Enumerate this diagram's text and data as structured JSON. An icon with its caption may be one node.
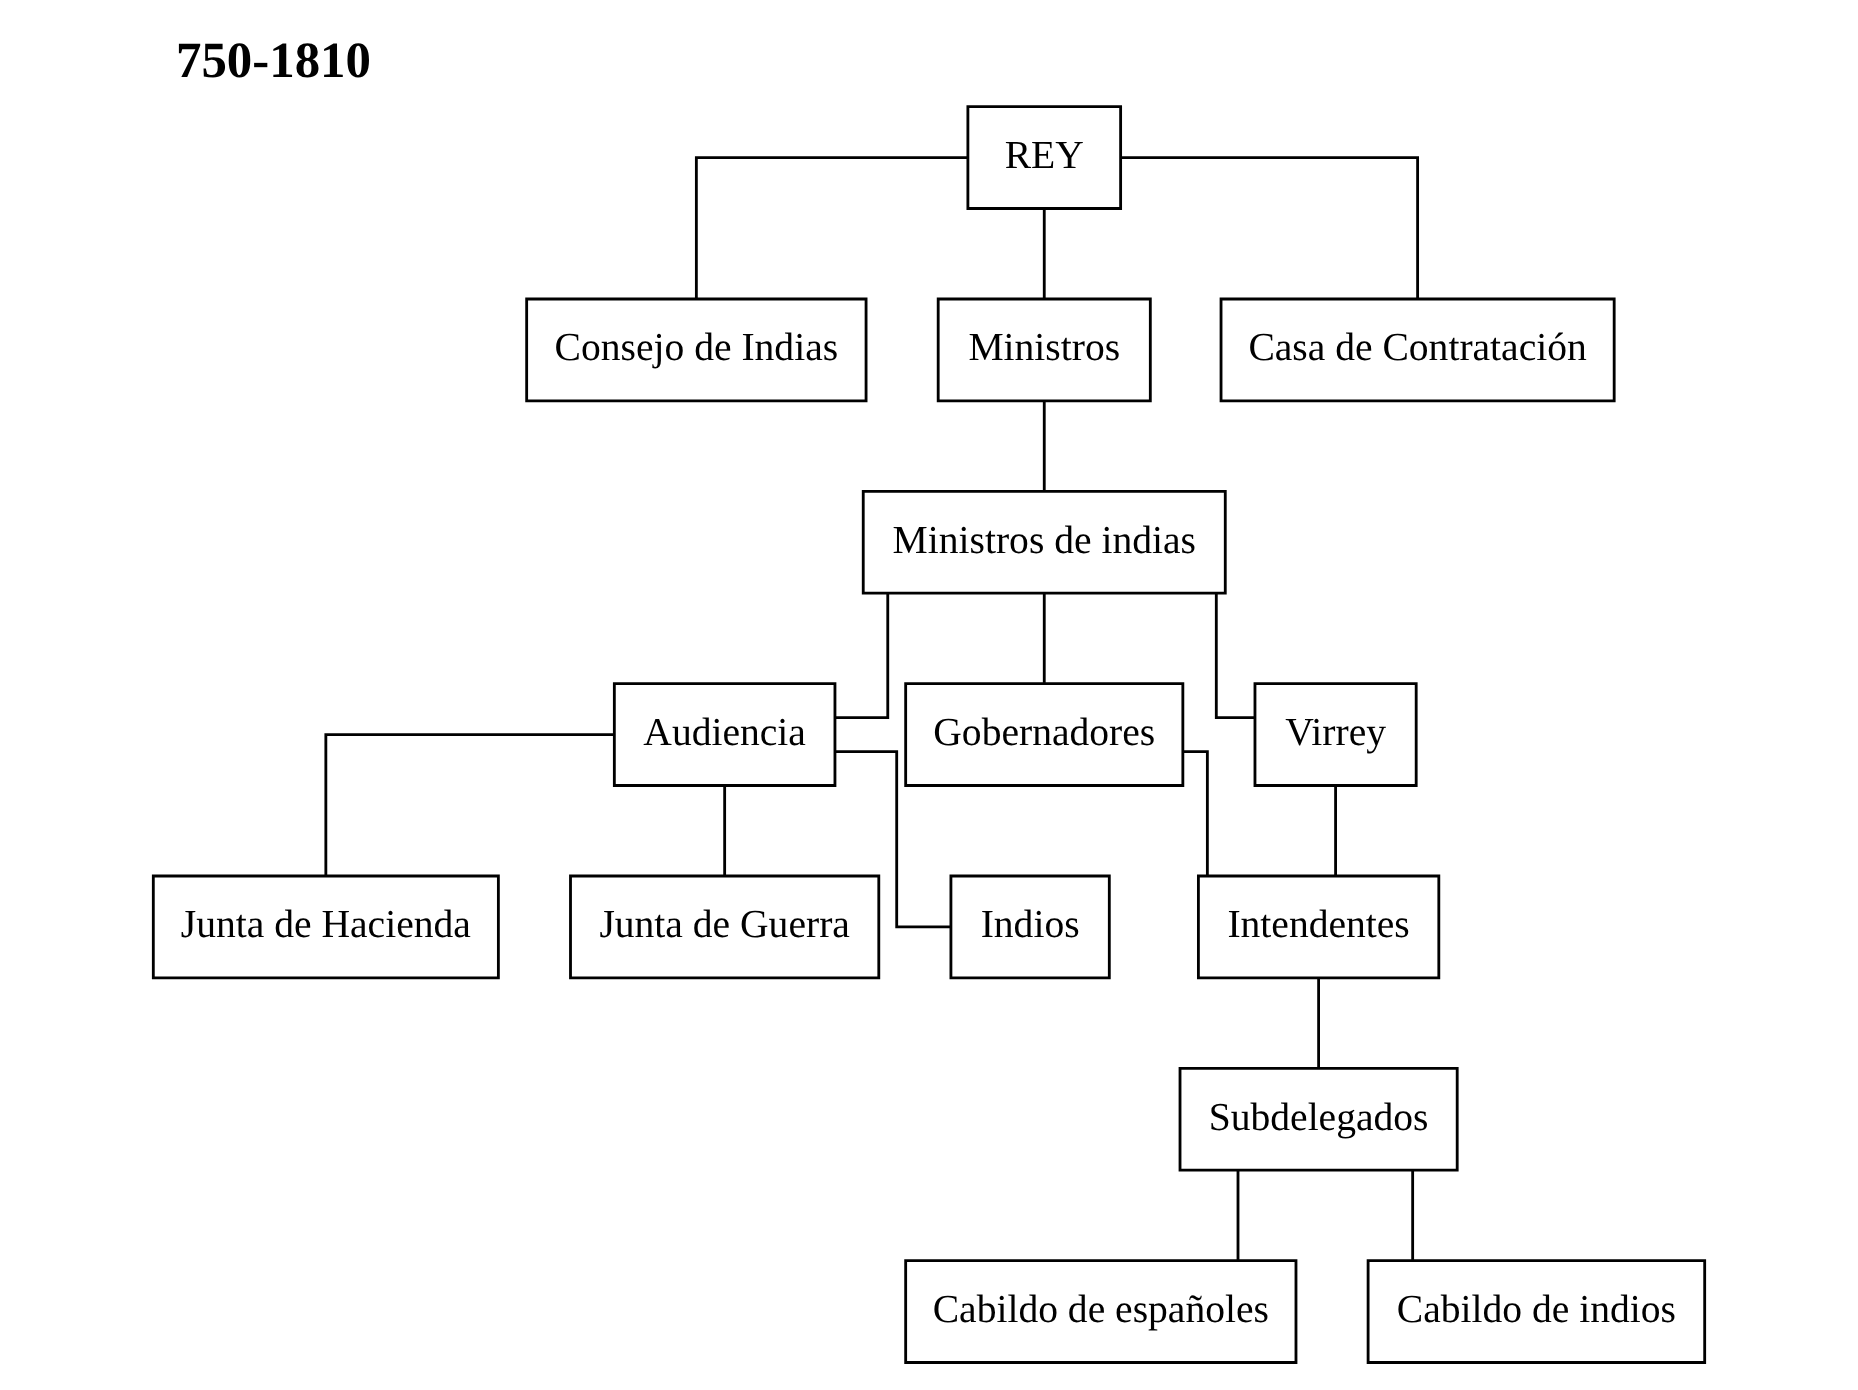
{
  "diagram": {
    "title": "750-1810",
    "nodes": [
      {
        "text": [
          "REY"
        ]
      },
      {
        "text": [
          "Consejo de Indias"
        ]
      },
      {
        "text": [
          "Ministros"
        ]
      },
      {
        "text": [
          "Casa de Contratación"
        ]
      },
      {
        "text": [
          "Ministros de indias"
        ]
      },
      {
        "text": [
          "Audiencia"
        ]
      },
      {
        "text": [
          "Gobernadores"
        ]
      },
      {
        "text": [
          "Virrey"
        ]
      },
      {
        "text": [
          "Junta de Hacienda"
        ]
      },
      {
        "text": [
          "Junta de Guerra"
        ]
      },
      {
        "text": [
          "Indios"
        ]
      },
      {
        "text": [
          "Intendentes"
        ]
      },
      {
        "text": [
          "Subdelegados"
        ]
      },
      {
        "text": [
          "Cabildo de españoles"
        ]
      },
      {
        "text": [
          "Cabildo de indios"
        ]
      }
    ],
    "edges": [
      {
        "from": 0,
        "to": 1,
        "arrow": "none"
      },
      {
        "from": 0,
        "to": 2,
        "arrow": "none"
      },
      {
        "from": 0,
        "to": 3,
        "arrow": "none"
      },
      {
        "from": 2,
        "to": 4,
        "arrow": "none"
      },
      {
        "from": 4,
        "to": 5,
        "arrow": "none"
      },
      {
        "from": 4,
        "to": 6,
        "arrow": "none"
      },
      {
        "from": 4,
        "to": 7,
        "arrow": "none"
      },
      {
        "from": 5,
        "to": 8,
        "arrow": "none"
      },
      {
        "from": 5,
        "to": 9,
        "arrow": "none"
      },
      {
        "from": 5,
        "to": 10,
        "arrow": "none"
      },
      {
        "from": 6,
        "to": 11,
        "arrow": "none"
      },
      {
        "from": 7,
        "to": 11,
        "arrow": "none"
      },
      {
        "from": 11,
        "to": 12,
        "arrow": "none"
      },
      {
        "from": 12,
        "to": 13,
        "arrow": "none"
      },
      {
        "from": 12,
        "to": 14,
        "arrow": "none"
      }
    ]
  }
}
